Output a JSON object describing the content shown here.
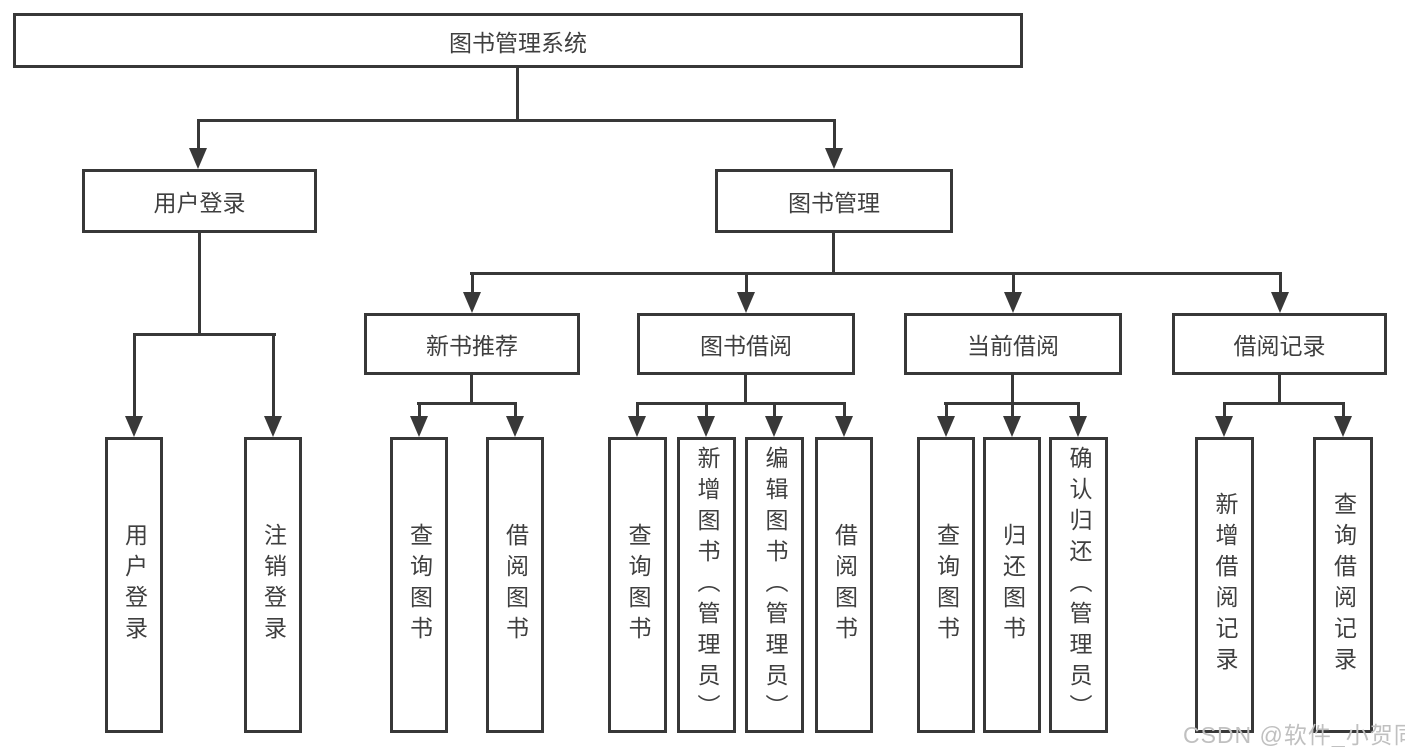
{
  "diagram": {
    "title": "图书管理系统",
    "watermark": "CSDN @软件_小贺同学",
    "colors": {
      "line": "#383838",
      "text": "#3f3f3f",
      "background": "#ffffff",
      "watermark": "#c0c0c0"
    },
    "nodes": [
      {
        "id": "root",
        "label": "图书管理系统",
        "parent": null
      },
      {
        "id": "user-login",
        "label": "用户登录",
        "parent": "root"
      },
      {
        "id": "book-management",
        "label": "图书管理",
        "parent": "root"
      },
      {
        "id": "new-book-recommend",
        "label": "新书推荐",
        "parent": "book-management"
      },
      {
        "id": "book-borrowing",
        "label": "图书借阅",
        "parent": "book-management"
      },
      {
        "id": "current-borrowing",
        "label": "当前借阅",
        "parent": "book-management"
      },
      {
        "id": "borrowing-records",
        "label": "借阅记录",
        "parent": "book-management"
      },
      {
        "id": "user-login-action",
        "label": "用户登录",
        "parent": "user-login"
      },
      {
        "id": "logout-action",
        "label": "注销登录",
        "parent": "user-login"
      },
      {
        "id": "query-books-recommend",
        "label": "查询图书",
        "parent": "new-book-recommend"
      },
      {
        "id": "borrow-books-recommend",
        "label": "借阅图书",
        "parent": "new-book-recommend"
      },
      {
        "id": "query-books-borrowing",
        "label": "查询图书",
        "parent": "book-borrowing"
      },
      {
        "id": "add-books-admin",
        "label": "新增图书（管理员）",
        "parent": "book-borrowing"
      },
      {
        "id": "edit-books-admin",
        "label": "编辑图书（管理员）",
        "parent": "book-borrowing"
      },
      {
        "id": "borrow-books-borrowing",
        "label": "借阅图书",
        "parent": "book-borrowing"
      },
      {
        "id": "query-books-current",
        "label": "查询图书",
        "parent": "current-borrowing"
      },
      {
        "id": "return-books",
        "label": "归还图书",
        "parent": "current-borrowing"
      },
      {
        "id": "confirm-return-admin",
        "label": "确认归还（管理员）",
        "parent": "current-borrowing"
      },
      {
        "id": "add-borrowing-record",
        "label": "新增借阅记录",
        "parent": "borrowing-records"
      },
      {
        "id": "query-borrowing-record",
        "label": "查询借阅记录",
        "parent": "borrowing-records"
      }
    ]
  }
}
